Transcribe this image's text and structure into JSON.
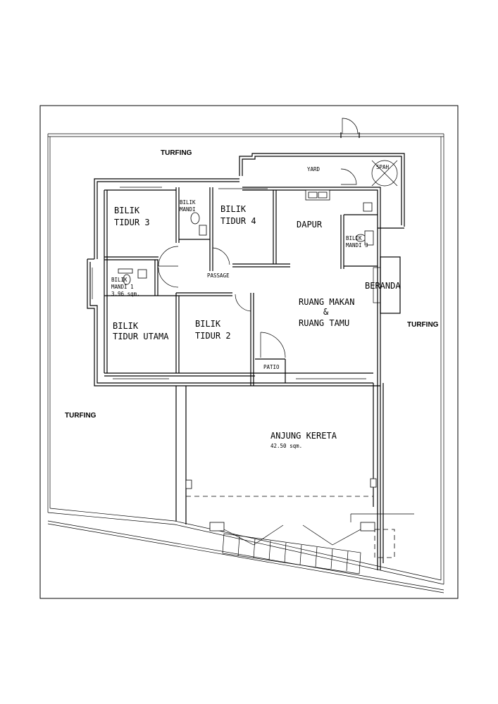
{
  "labels": {
    "turfing_top": "TURFING",
    "turfing_right": "TURFING",
    "turfing_left": "TURFING",
    "yard": "YARD",
    "spa": "SPAH",
    "bilik_tidur_3": [
      "BILIK",
      "TIDUR 3"
    ],
    "bilik_mandi_2": [
      "BILIK",
      "MANDI"
    ],
    "bilik_tidur_4": [
      "BILIK",
      "TIDUR 4"
    ],
    "dapur": "DAPUR",
    "bilik_mandi_3": [
      "BILIK",
      "MANDI 3"
    ],
    "passage": "PASSAGE",
    "bilik_mandi_1": [
      "BILIK",
      "MANDI 1"
    ],
    "bilik_mandi_1_area": "3.96 sqm.",
    "beranda": "BERANDA",
    "ruang": [
      "RUANG MAKAN",
      "&",
      "RUANG TAMU"
    ],
    "bilik_tidur_utama": [
      "BILIK",
      "TIDUR UTAMA"
    ],
    "bilik_tidur_2": [
      "BILIK",
      "TIDUR 2"
    ],
    "patio": "PATIO",
    "anjung_kereta": "ANJUNG KERETA",
    "anjung_area": "42.50 sqm."
  }
}
